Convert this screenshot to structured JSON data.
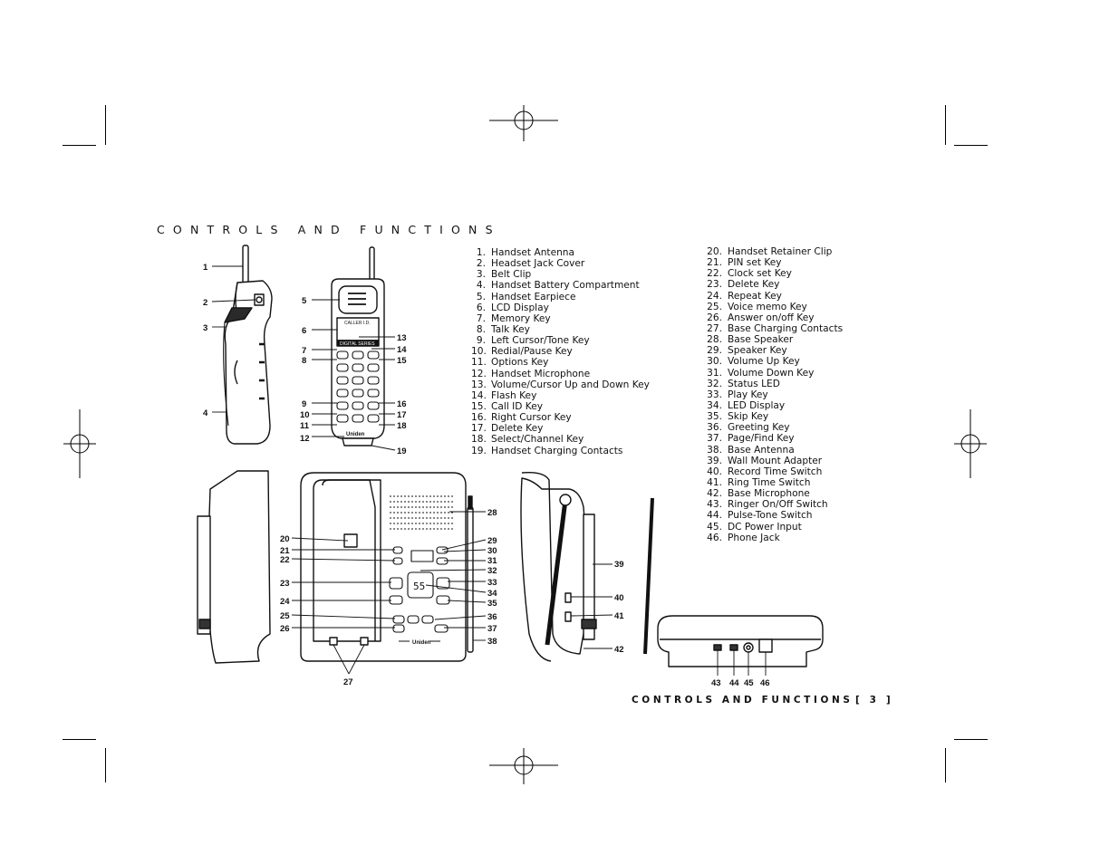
{
  "page": {
    "section_title": "CONTROLS AND FUNCTIONS",
    "footer_label": "CONTROLS AND FUNCTIONS",
    "page_number": "[ 3 ]"
  },
  "parts_left": [
    {
      "num": "1.",
      "label": "Handset Antenna"
    },
    {
      "num": "2.",
      "label": "Headset Jack Cover"
    },
    {
      "num": "3.",
      "label": "Belt Clip"
    },
    {
      "num": "4.",
      "label": "Handset Battery Compartment"
    },
    {
      "num": "5.",
      "label": "Handset Earpiece"
    },
    {
      "num": "6.",
      "label": "LCD Display"
    },
    {
      "num": "7.",
      "label": "Memory Key"
    },
    {
      "num": "8.",
      "label": "Talk Key"
    },
    {
      "num": "9.",
      "label": "Left Cursor/Tone Key"
    },
    {
      "num": "10.",
      "label": "Redial/Pause Key"
    },
    {
      "num": "11.",
      "label": "Options Key"
    },
    {
      "num": "12.",
      "label": "Handset Microphone"
    },
    {
      "num": "13.",
      "label": "Volume/Cursor Up and Down Key"
    },
    {
      "num": "14.",
      "label": "Flash Key"
    },
    {
      "num": "15.",
      "label": "Call ID Key"
    },
    {
      "num": "16.",
      "label": "Right Cursor Key"
    },
    {
      "num": "17.",
      "label": "Delete Key"
    },
    {
      "num": "18.",
      "label": "Select/Channel Key"
    },
    {
      "num": "19.",
      "label": "Handset Charging Contacts"
    }
  ],
  "parts_right": [
    {
      "num": "20.",
      "label": "Handset Retainer Clip"
    },
    {
      "num": "21.",
      "label": "PIN set Key"
    },
    {
      "num": "22.",
      "label": "Clock set Key"
    },
    {
      "num": "23.",
      "label": "Delete Key"
    },
    {
      "num": "24.",
      "label": "Repeat Key"
    },
    {
      "num": "25.",
      "label": "Voice memo Key"
    },
    {
      "num": "26.",
      "label": "Answer on/off Key"
    },
    {
      "num": "27.",
      "label": "Base Charging Contacts"
    },
    {
      "num": "28.",
      "label": "Base Speaker"
    },
    {
      "num": "29.",
      "label": "Speaker Key"
    },
    {
      "num": "30.",
      "label": "Volume Up Key"
    },
    {
      "num": "31.",
      "label": "Volume Down Key"
    },
    {
      "num": "32.",
      "label": "Status LED"
    },
    {
      "num": "33.",
      "label": "Play Key"
    },
    {
      "num": "34.",
      "label": "LED Display"
    },
    {
      "num": "35.",
      "label": "Skip Key"
    },
    {
      "num": "36.",
      "label": "Greeting Key"
    },
    {
      "num": "37.",
      "label": "Page/Find Key"
    },
    {
      "num": "38.",
      "label": "Base Antenna"
    },
    {
      "num": "39.",
      "label": "Wall Mount Adapter"
    },
    {
      "num": "40.",
      "label": "Record Time Switch"
    },
    {
      "num": "41.",
      "label": "Ring Time Switch"
    },
    {
      "num": "42.",
      "label": "Base Microphone"
    },
    {
      "num": "43.",
      "label": "Ringer On/Off Switch"
    },
    {
      "num": "44.",
      "label": "Pulse-Tone Switch"
    },
    {
      "num": "45.",
      "label": "DC Power Input"
    },
    {
      "num": "46.",
      "label": "Phone Jack"
    }
  ],
  "diagram_labels": {
    "brand": "Uniden",
    "handset_screen": "CALLER I.D.",
    "handset_strip": "DIGITAL SERIES",
    "led_value": "55",
    "callouts": [
      "1",
      "2",
      "3",
      "4",
      "5",
      "6",
      "7",
      "8",
      "9",
      "10",
      "11",
      "12",
      "13",
      "14",
      "15",
      "16",
      "17",
      "18",
      "19",
      "20",
      "21",
      "22",
      "23",
      "24",
      "25",
      "26",
      "27",
      "28",
      "29",
      "30",
      "31",
      "32",
      "33",
      "34",
      "35",
      "36",
      "37",
      "38",
      "39",
      "40",
      "41",
      "42",
      "43",
      "44",
      "45",
      "46"
    ]
  }
}
